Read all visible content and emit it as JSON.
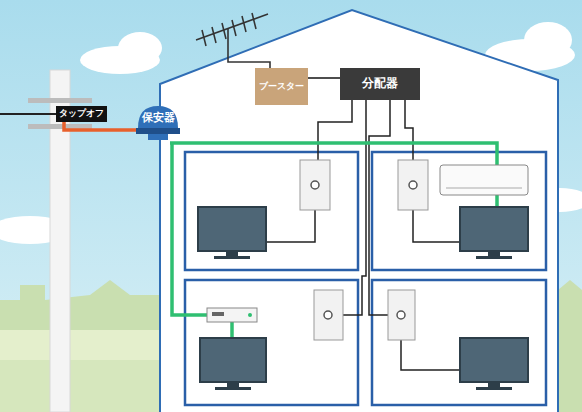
{
  "diagram": {
    "nodes": [
      {
        "text": [
          "タップオフ"
        ]
      },
      {
        "text": [
          "保安器"
        ]
      },
      {
        "text": [
          "ブースター"
        ]
      },
      {
        "text": [
          "分配器"
        ]
      }
    ],
    "edges": [
      {
        "from": 0,
        "to": 1,
        "arrow": "none"
      },
      {
        "from": 2,
        "to": 3,
        "arrow": "none"
      }
    ]
  }
}
